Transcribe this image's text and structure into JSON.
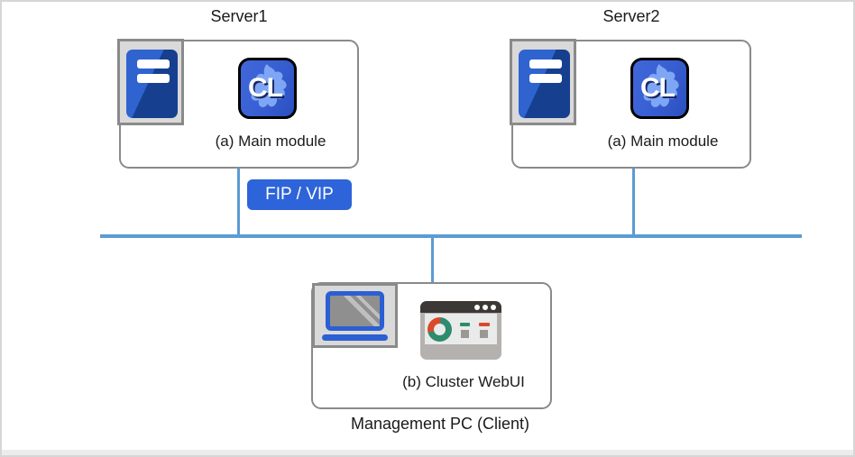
{
  "diagram": {
    "server1": {
      "title": "Server1",
      "module_label": "(a) Main module"
    },
    "server2": {
      "title": "Server2",
      "module_label": "(a) Main module"
    },
    "fip_vip_label": "FIP / VIP",
    "management": {
      "module_label": "(b) Cluster WebUI",
      "caption": "Management PC (Client)"
    },
    "cl_icon_text": "CL",
    "icons": {
      "server": "server-tower-icon",
      "cluster_app": "cl-cluster-app-icon",
      "laptop": "laptop-icon",
      "webui": "webui-browser-window-icon"
    },
    "colors": {
      "network_line": "#5B9BD5",
      "badge_blue": "#2E64D9",
      "box_border": "#8A8A8A",
      "icon_plate": "#D9D9D9",
      "tower_blue_light": "#2F63CF",
      "tower_blue_dark": "#16408F",
      "cl_icon_blue": "#3A61D4",
      "cl_blob_blue": "#7EA6F4",
      "browser_body": "#B5B1AE",
      "browser_titlebar": "#3C3835",
      "donut_teal": "#2E8B6E",
      "donut_red": "#D94A2B"
    }
  }
}
